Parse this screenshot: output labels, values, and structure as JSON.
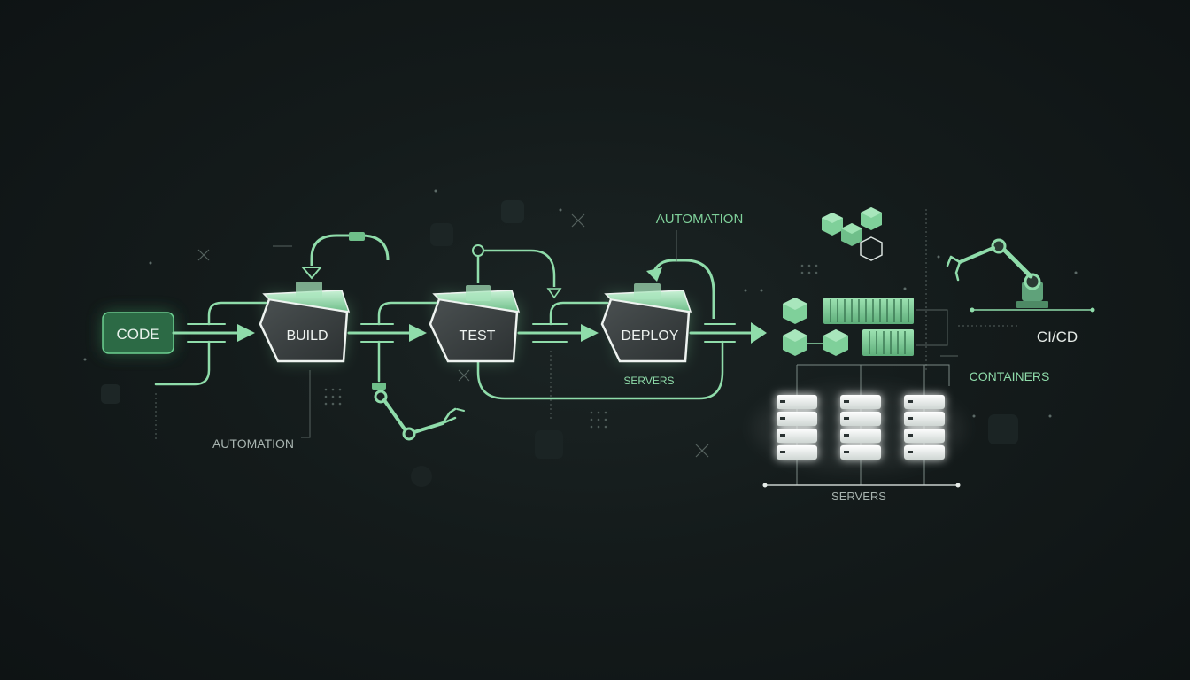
{
  "colors": {
    "background": "#141b1b",
    "accent": "#7fd09a",
    "accent_light": "#a8e6bc",
    "box_fill": "#3a3f40",
    "text": "#e6ece8",
    "muted": "#9aa6a2"
  },
  "pipeline": {
    "code_label": "CODE",
    "build_label": "BUILD",
    "test_label": "TEST",
    "deploy_label": "DEPLOY"
  },
  "labels": {
    "automation_top": "AUTOMATION",
    "automation_bottom": "AUTOMATION",
    "servers_loop": "SERVERS",
    "servers_rack": "SERVERS",
    "containers": "CONTAINERS",
    "cicd": "CI/CD"
  },
  "icons": [
    "robot-arm-icon",
    "cube-icon",
    "container-icon",
    "server-stack-icon"
  ]
}
